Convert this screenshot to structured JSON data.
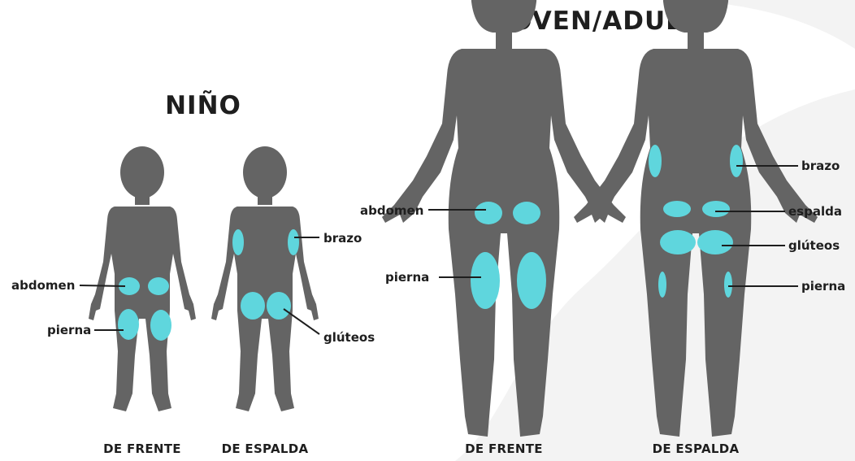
{
  "groups": [
    {
      "title": "NIÑO",
      "views": [
        {
          "label": "DE FRENTE",
          "sites": [
            "abdomen",
            "pierna"
          ]
        },
        {
          "label": "DE ESPALDA",
          "sites": [
            "brazo",
            "glúteos"
          ]
        }
      ]
    },
    {
      "title": "JOVEN/ADULTO",
      "views": [
        {
          "label": "DE FRENTE",
          "sites": [
            "abdomen",
            "pierna"
          ]
        },
        {
          "label": "DE ESPALDA",
          "sites": [
            "brazo",
            "espalda",
            "glúteos",
            "pierna"
          ]
        }
      ]
    }
  ],
  "colors": {
    "silhouette": "#646464",
    "injection_site": "#5fd6dd",
    "text": "#1e1e1e",
    "background_shape": "#f3f3f3"
  }
}
